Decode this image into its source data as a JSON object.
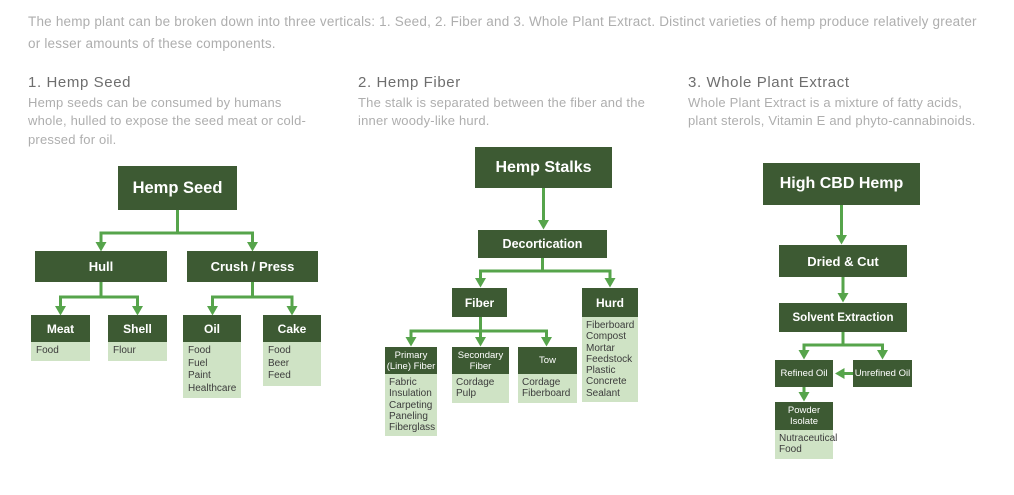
{
  "intro": {
    "text": "The hemp plant can be broken down into three verticals: 1. Seed, 2. Fiber and 3. Whole Plant Extract. Distinct varieties of hemp produce relatively greater or lesser amounts of these components."
  },
  "colors": {
    "box_dark": "#3d5a33",
    "box_light": "#cfe3c5",
    "arrow": "#56a44b",
    "heading_text": "#6e6e6e",
    "body_text": "#aeaeae"
  },
  "sections": [
    {
      "heading": "1. Hemp Seed",
      "description": "Hemp seeds can be consumed by humans whole, hulled to expose the seed meat or cold-pressed for oil."
    },
    {
      "heading": "2. Hemp Fiber",
      "description": "The stalk is separated between the fiber and the inner woody-like hurd."
    },
    {
      "heading": "3. Whole Plant Extract",
      "description": "Whole Plant Extract is a mixture of fatty acids, plant sterols, Vitamin E and phyto-cannabinoids."
    }
  ],
  "tree1": {
    "root": "Hemp Seed",
    "hull": "Hull",
    "crush_press": "Crush / Press",
    "meat": "Meat",
    "shell": "Shell",
    "oil": "Oil",
    "cake": "Cake",
    "meat_products": "Food",
    "shell_products": "Flour",
    "oil_products": "Food\nFuel\nPaint\nHealthcare",
    "cake_products": "Food\nBeer\nFeed"
  },
  "tree2": {
    "root": "Hemp Stalks",
    "decortication": "Decortication",
    "fiber": "Fiber",
    "hurd": "Hurd",
    "primary_fiber": "Primary\n(Line) Fiber",
    "secondary_fiber": "Secondary\nFiber",
    "tow": "Tow",
    "hurd_products": "Fiberboard\nCompost\nMortar\nFeedstock\nPlastic\nConcrete\nSealant",
    "primary_products": "Fabric\nInsulation\nCarpeting\nPaneling\nFiberglass",
    "secondary_products": "Cordage\nPulp",
    "tow_products": "Cordage\nFiberboard"
  },
  "tree3": {
    "root": "High CBD Hemp",
    "dried_cut": "Dried & Cut",
    "solvent_extraction": "Solvent Extraction",
    "refined_oil": "Refined Oil",
    "unrefined_oil": "Unrefined Oil",
    "powder_isolate": "Powder\nIsolate",
    "powder_products": "Nutraceutical\nFood"
  }
}
